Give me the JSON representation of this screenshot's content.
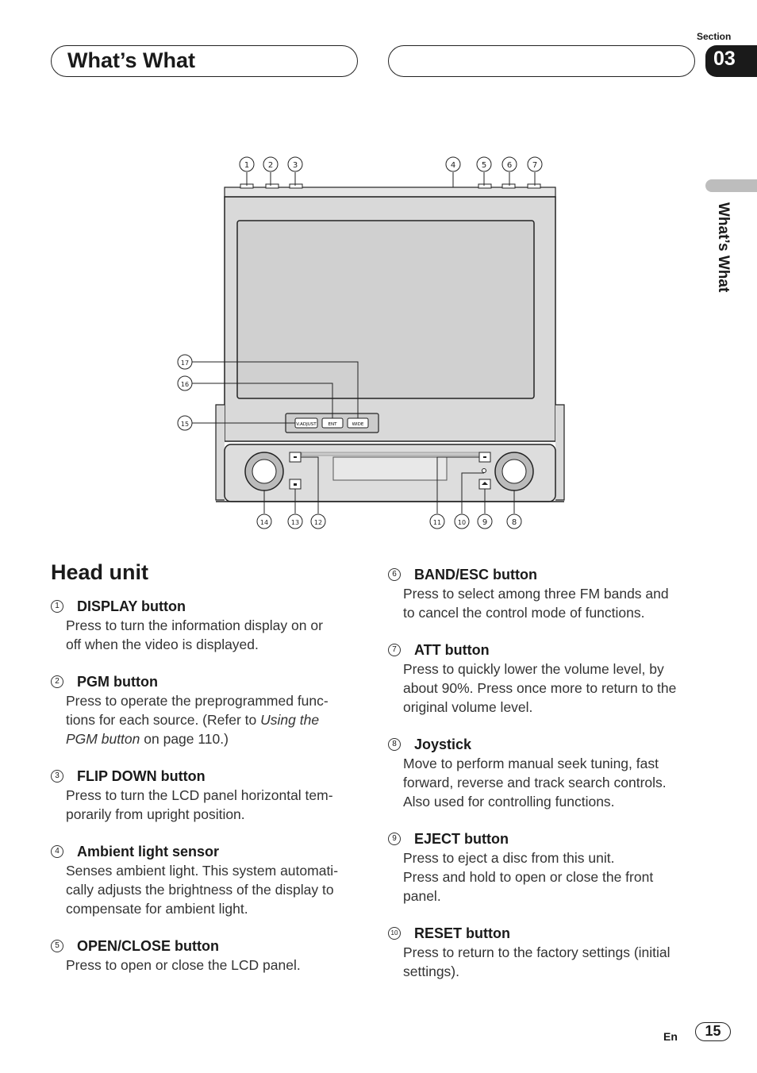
{
  "header": {
    "title": "What’s What",
    "section_label": "Section",
    "section_number": "03",
    "side_tab": "What’s What"
  },
  "diagram": {
    "callouts": [
      "1",
      "2",
      "3",
      "4",
      "5",
      "6",
      "7",
      "8",
      "9",
      "10",
      "11",
      "12",
      "13",
      "14",
      "15",
      "16",
      "17"
    ],
    "buttons": {
      "adjust": "V.ADJUST",
      "ent": "ENT",
      "wide": "WIDE"
    }
  },
  "section_heading": "Head unit",
  "items_left": [
    {
      "num": "1",
      "title": "DISPLAY button",
      "desc": "Press to turn the information display on or\noff when the video is displayed."
    },
    {
      "num": "2",
      "title": "PGM button",
      "desc_pre": "Press to operate the preprogrammed func-\ntions for each source. (Refer to ",
      "desc_em1": "Using the\nPGM button",
      "desc_post": " on page 110.)"
    },
    {
      "num": "3",
      "title": "FLIP DOWN button",
      "desc": "Press to turn the LCD panel horizontal tem-\nporarily from upright position."
    },
    {
      "num": "4",
      "title": "Ambient light sensor",
      "desc": "Senses ambient light. This system automati-\ncally adjusts the brightness of the display to\ncompensate for ambient light."
    },
    {
      "num": "5",
      "title": "OPEN/CLOSE button",
      "desc": "Press to open or close the LCD panel."
    }
  ],
  "items_right": [
    {
      "num": "6",
      "title": "BAND/ESC button",
      "desc": "Press to select among three FM bands and\nto cancel the control mode of functions."
    },
    {
      "num": "7",
      "title": "ATT button",
      "desc": "Press to quickly lower the volume level, by\nabout 90%. Press once more to return to the\noriginal volume level."
    },
    {
      "num": "8",
      "title": "Joystick",
      "desc": "Move to perform manual seek tuning, fast\nforward, reverse and track search controls.\nAlso used for controlling functions."
    },
    {
      "num": "9",
      "title": "EJECT button",
      "desc": "Press to eject a disc from this unit.\nPress and hold to open or close the front\npanel."
    },
    {
      "num": "10",
      "title": "RESET button",
      "desc": "Press to return to the factory settings (initial\nsettings)."
    }
  ],
  "footer": {
    "lang": "En",
    "page": "15"
  }
}
